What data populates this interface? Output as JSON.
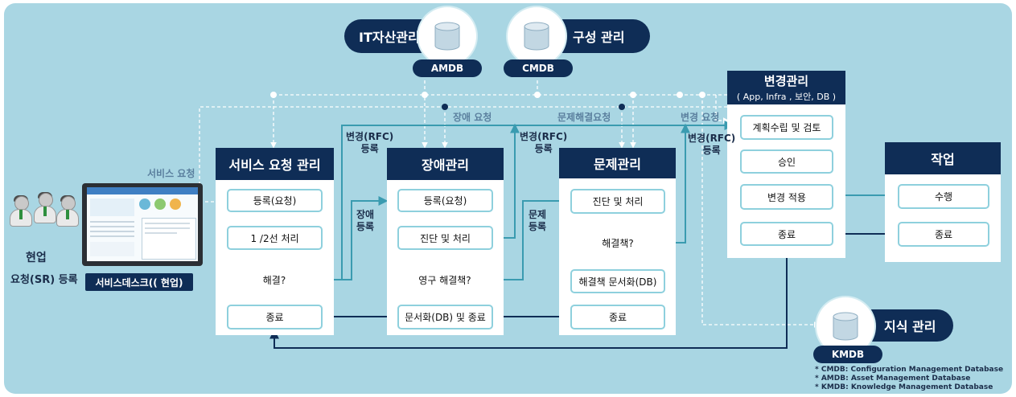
{
  "title_panels": {
    "service": "서비스 요청 관리",
    "incident": "장애관리",
    "problem": "문제관리",
    "change": "변경관리",
    "change_sub": "( App, Infra , 보안, DB )",
    "work": "작업"
  },
  "service_steps": {
    "register": "등록(요청)",
    "first_second": "1 /2선 처리",
    "resolved": "해결?",
    "close": "종료"
  },
  "incident_steps": {
    "register": "등록(요청)",
    "diagnose": "진단 및 처리",
    "permanent": "영구 해결책?",
    "document": "문서화(DB) 및 종료"
  },
  "problem_steps": {
    "diagnose": "진단 및 처리",
    "solution": "해결책?",
    "document": "해결책 문서화(DB)",
    "close": "종료"
  },
  "change_steps": {
    "plan": "계획수립 및 검토",
    "approve": "승인",
    "apply": "변경 적용",
    "close": "종료"
  },
  "work_steps": {
    "perform": "수행",
    "close": "종료"
  },
  "labels": {
    "rfc_a_line1": "변경(RFC)",
    "rfc_a_line2": "등록",
    "rfc_b_line1": "변경(RFC)",
    "rfc_b_line2": "등록",
    "rfc_c_line1": "변경(RFC)",
    "rfc_c_line2": "등록",
    "incident_reg_line1": "장애",
    "incident_reg_line2": "등록",
    "problem_reg_line1": "문제",
    "problem_reg_line2": "등록",
    "service_request": "서비스 요청",
    "incident_request": "장애 요청",
    "problem_request": "문제해결요청",
    "change_request": "변경 요청"
  },
  "left": {
    "group_label": "현업",
    "sr_register": "요청(SR) 등록",
    "desk_tag": "서비스데스크(( 현업)"
  },
  "databases": {
    "it_asset": "IT자산관리",
    "config": "구성 관리",
    "knowledge": "지식 관리",
    "amdb": "AMDB",
    "cmdb": "CMDB",
    "kmdb": "KMDB"
  },
  "footnotes": [
    "* CMDB: Configuration Management Database",
    "* AMDB: Asset Management Database",
    "* KMDB: Knowledge Management Database"
  ],
  "colors": {
    "background": "#a9d6e3",
    "navy": "#0f2d56",
    "flow_arrow": "#3a9bb0",
    "box_border": "#8ed0dd",
    "step_arrow": "#2a5bd7"
  }
}
